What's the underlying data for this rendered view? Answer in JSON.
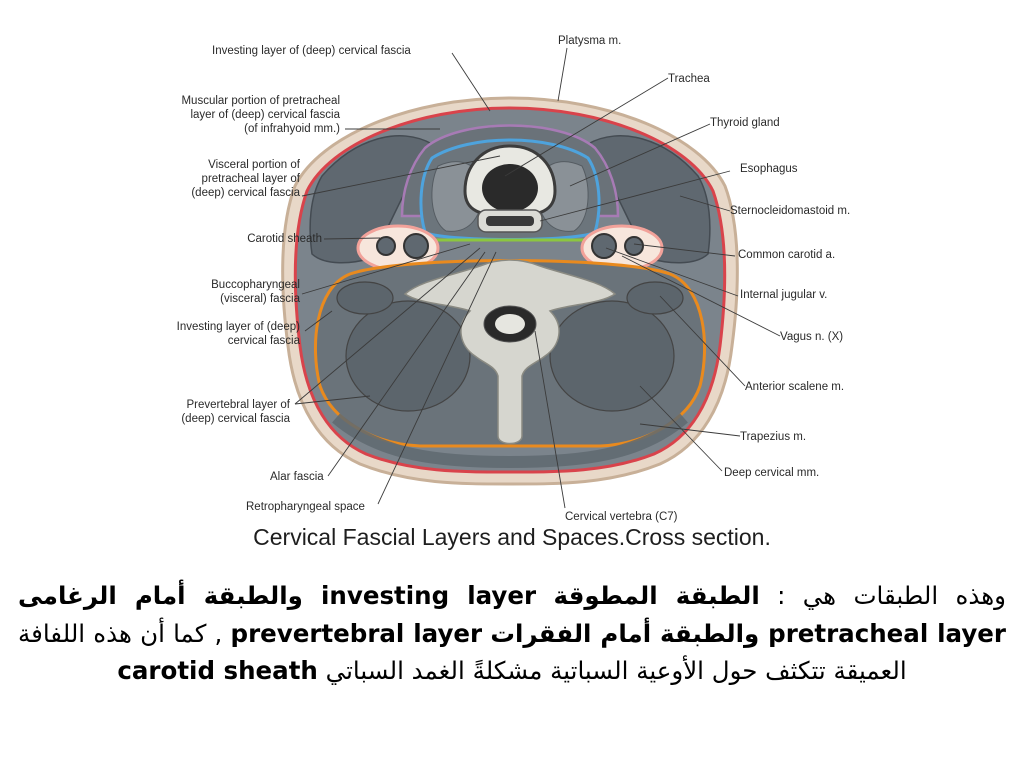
{
  "figure": {
    "caption": "Cervical Fascial Layers and Spaces.Cross section.",
    "labels": {
      "investing_top": "Investing layer of (deep) cervical fascia",
      "platysma": "Platysma m.",
      "trachea": "Trachea",
      "muscular_pretracheal": "Muscular portion of pretracheal\nlayer of (deep) cervical fascia\n(of infrahyoid mm.)",
      "thyroid": "Thyroid gland",
      "visceral_pretracheal": "Visceral portion of\npretracheal layer of\n(deep) cervical fascia",
      "esophagus": "Esophagus",
      "scm": "Sternocleidomastoid m.",
      "carotid_sheath": "Carotid sheath",
      "common_carotid": "Common carotid a.",
      "buccopharyngeal": "Buccopharyngeal\n(visceral) fascia",
      "internal_jugular": "Internal jugular v.",
      "investing_left": "Investing layer of (deep)\ncervical fascia",
      "vagus": "Vagus n. (X)",
      "anterior_scalene": "Anterior scalene m.",
      "prevertebral": "Prevertebral layer of\n(deep) cervical fascia",
      "trapezius": "Trapezius m.",
      "deep_cervical": "Deep cervical mm.",
      "alar": "Alar fascia",
      "retropharyngeal": "Retropharyngeal space",
      "c7": "Cervical vertebra (C7)"
    }
  },
  "text": {
    "p1": "وهذه الطبقات هي : ",
    "t1": "الطبقة المطوقة",
    "t2": "investing layer",
    "t3": " والطبقة أمام الرغامى",
    "t4": "pretracheal layer",
    "t5": " والطبقة أمام الفقرات",
    "t6": "prevertebral layer",
    "p2": " , كما أن هذه اللفافة العميقة تتكثف حول الأوعية السباتية مشكلةً الغمد السباتي ",
    "t7": "carotid sheath"
  },
  "colors": {
    "investing": "#d9434b",
    "pretracheal_muscular": "#a77bb5",
    "pretracheal_visceral": "#4ea3dd",
    "buccopharyngeal": "#8cc63f",
    "prevertebral": "#e98a1e",
    "carotid_sheath": "#f2a29a",
    "muscle": "#5f6870",
    "muscle_light": "#7b848c",
    "bone": "#d6d6cf"
  }
}
